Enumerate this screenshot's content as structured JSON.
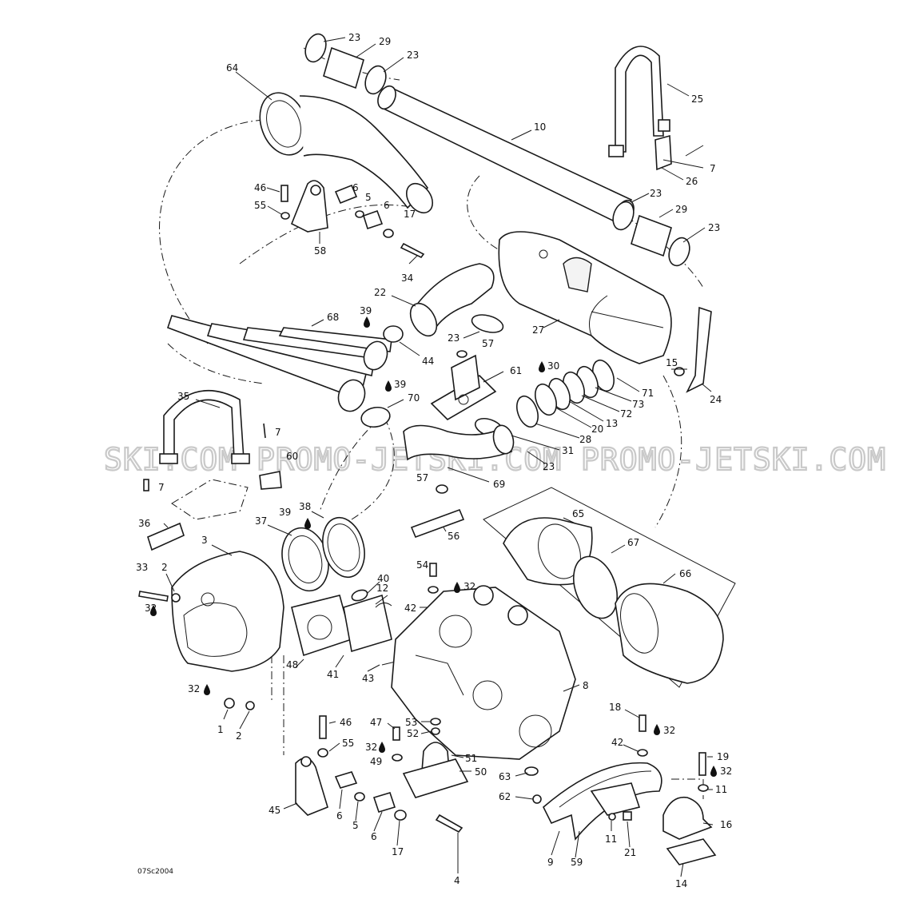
{
  "diagram": {
    "code": "07Sc2004",
    "watermark": "SKI.COM  PROMO-JETSKI.COM  PROMO-JETSKI.COM",
    "drop_symbol_meaning": "apply lubricant/sealant",
    "callouts": [
      {
        "id": "c23a",
        "text": "23"
      },
      {
        "id": "c29a",
        "text": "29"
      },
      {
        "id": "c23b",
        "text": "23"
      },
      {
        "id": "c64",
        "text": "64"
      },
      {
        "id": "c25",
        "text": "25"
      },
      {
        "id": "c10",
        "text": "10"
      },
      {
        "id": "c7a",
        "text": "7"
      },
      {
        "id": "c26",
        "text": "26"
      },
      {
        "id": "c46a",
        "text": "46"
      },
      {
        "id": "c6a",
        "text": "6"
      },
      {
        "id": "c5a",
        "text": "5"
      },
      {
        "id": "c55a",
        "text": "55"
      },
      {
        "id": "c6b",
        "text": "6"
      },
      {
        "id": "c17a",
        "text": "17"
      },
      {
        "id": "c58",
        "text": "58"
      },
      {
        "id": "c23c",
        "text": "23"
      },
      {
        "id": "c29b",
        "text": "29"
      },
      {
        "id": "c23d",
        "text": "23"
      },
      {
        "id": "c34",
        "text": "34"
      },
      {
        "id": "c22",
        "text": "22"
      },
      {
        "id": "c39a",
        "text": "39"
      },
      {
        "id": "c68",
        "text": "68"
      },
      {
        "id": "c27",
        "text": "27"
      },
      {
        "id": "c23e",
        "text": "23"
      },
      {
        "id": "c57a",
        "text": "57"
      },
      {
        "id": "c44",
        "text": "44"
      },
      {
        "id": "c15",
        "text": "15"
      },
      {
        "id": "c30",
        "text": "30"
      },
      {
        "id": "c61",
        "text": "61"
      },
      {
        "id": "c39b",
        "text": "39"
      },
      {
        "id": "c71",
        "text": "71"
      },
      {
        "id": "c73",
        "text": "73"
      },
      {
        "id": "c24",
        "text": "24"
      },
      {
        "id": "c35",
        "text": "35"
      },
      {
        "id": "c70",
        "text": "70"
      },
      {
        "id": "c72",
        "text": "72"
      },
      {
        "id": "c13",
        "text": "13"
      },
      {
        "id": "c20",
        "text": "20"
      },
      {
        "id": "c28",
        "text": "28"
      },
      {
        "id": "c7b",
        "text": "7"
      },
      {
        "id": "c31",
        "text": "31"
      },
      {
        "id": "c60",
        "text": "60"
      },
      {
        "id": "c23f",
        "text": "23"
      },
      {
        "id": "c7c",
        "text": "7"
      },
      {
        "id": "c57b",
        "text": "57"
      },
      {
        "id": "c69",
        "text": "69"
      },
      {
        "id": "c38",
        "text": "38"
      },
      {
        "id": "c39c",
        "text": "39"
      },
      {
        "id": "c37",
        "text": "37"
      },
      {
        "id": "c65",
        "text": "65"
      },
      {
        "id": "c36",
        "text": "36"
      },
      {
        "id": "c56",
        "text": "56"
      },
      {
        "id": "c3",
        "text": "3"
      },
      {
        "id": "c67",
        "text": "67"
      },
      {
        "id": "c33",
        "text": "33"
      },
      {
        "id": "c2a",
        "text": "2"
      },
      {
        "id": "c40",
        "text": "40"
      },
      {
        "id": "c54",
        "text": "54"
      },
      {
        "id": "c66",
        "text": "66"
      },
      {
        "id": "c12",
        "text": "12"
      },
      {
        "id": "c32a",
        "text": "32"
      },
      {
        "id": "c42a",
        "text": "42"
      },
      {
        "id": "c32b",
        "text": "32"
      },
      {
        "id": "c48",
        "text": "48"
      },
      {
        "id": "c41",
        "text": "41"
      },
      {
        "id": "c43",
        "text": "43"
      },
      {
        "id": "c8",
        "text": "8"
      },
      {
        "id": "c32c",
        "text": "32"
      },
      {
        "id": "c1",
        "text": "1"
      },
      {
        "id": "c2b",
        "text": "2"
      },
      {
        "id": "c18",
        "text": "18"
      },
      {
        "id": "c32d",
        "text": "32"
      },
      {
        "id": "c46b",
        "text": "46"
      },
      {
        "id": "c47",
        "text": "47"
      },
      {
        "id": "c53",
        "text": "53"
      },
      {
        "id": "c52",
        "text": "52"
      },
      {
        "id": "c55b",
        "text": "55"
      },
      {
        "id": "c32e",
        "text": "32"
      },
      {
        "id": "c49",
        "text": "49"
      },
      {
        "id": "c51",
        "text": "51"
      },
      {
        "id": "c42b",
        "text": "42"
      },
      {
        "id": "c19",
        "text": "19"
      },
      {
        "id": "c32f",
        "text": "32"
      },
      {
        "id": "c50",
        "text": "50"
      },
      {
        "id": "c63",
        "text": "63"
      },
      {
        "id": "c11a",
        "text": "11"
      },
      {
        "id": "c62",
        "text": "62"
      },
      {
        "id": "c16",
        "text": "16"
      },
      {
        "id": "c45",
        "text": "45"
      },
      {
        "id": "c6c",
        "text": "6"
      },
      {
        "id": "c5b",
        "text": "5"
      },
      {
        "id": "c6d",
        "text": "6"
      },
      {
        "id": "c17b",
        "text": "17"
      },
      {
        "id": "c11b",
        "text": "11"
      },
      {
        "id": "c21",
        "text": "21"
      },
      {
        "id": "c9",
        "text": "9"
      },
      {
        "id": "c59",
        "text": "59"
      },
      {
        "id": "c14",
        "text": "14"
      },
      {
        "id": "c4",
        "text": "4"
      }
    ]
  }
}
